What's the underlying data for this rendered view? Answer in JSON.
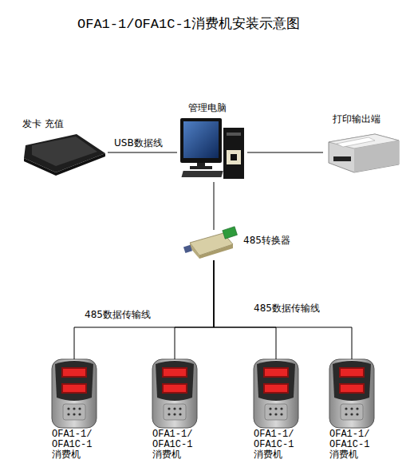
{
  "diagram": {
    "title": "OFA1-1/OFA1C-1消费机安装示意图",
    "nodes": [
      {
        "text": [
          "发卡 充值"
        ]
      },
      {
        "text": [
          "管理电脑"
        ]
      },
      {
        "text": [
          "打印输出端"
        ]
      },
      {
        "text": [
          "485转换器"
        ]
      },
      {
        "text": [
          "OFA1-1/ OFA1C-1 消费机"
        ]
      },
      {
        "text": [
          "OFA1-1/ OFA1C-1 消费机"
        ]
      },
      {
        "text": [
          "OFA1-1/ OFA1C-1 消费机"
        ]
      },
      {
        "text": [
          "OFA1-1/ OFA1C-1 消费机"
        ]
      }
    ],
    "edges": [
      {
        "from": 0,
        "to": 1,
        "arrow": "none",
        "label": "USB数据线"
      },
      {
        "from": 1,
        "to": 2,
        "arrow": "none"
      },
      {
        "from": 1,
        "to": 3,
        "arrow": "none"
      },
      {
        "from": 3,
        "to": 4,
        "arrow": "none"
      },
      {
        "from": 3,
        "to": 5,
        "arrow": "none"
      },
      {
        "from": 3,
        "to": 6,
        "arrow": "none"
      },
      {
        "from": 3,
        "to": 7,
        "arrow": "none"
      }
    ],
    "labels": [
      "485数据传输线",
      "485数据传输线"
    ]
  }
}
